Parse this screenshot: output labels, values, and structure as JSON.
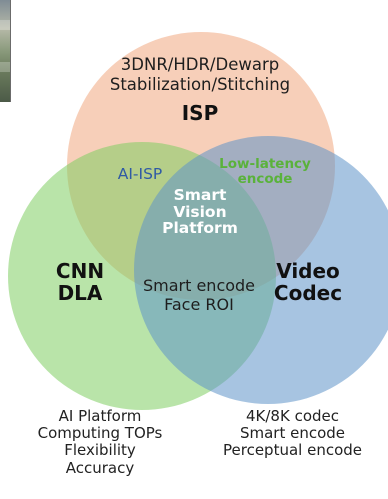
{
  "isp": {
    "desc": [
      "3DNR/HDR/Dewarp",
      "Stabilization/Stitching"
    ],
    "title": "ISP"
  },
  "cnn_dla": {
    "title": [
      "CNN",
      "DLA"
    ]
  },
  "video_codec": {
    "title": [
      "Video",
      "Codec"
    ]
  },
  "overlaps": {
    "isp_cnn": "AI-ISP",
    "isp_codec": [
      "Low-latency",
      "encode"
    ],
    "cnn_codec": [
      "Smart encode",
      "Face ROI"
    ],
    "center": [
      "Smart",
      "Vision",
      "Platform"
    ]
  },
  "captions": {
    "cnn_dla": [
      "AI Platform",
      "Computing TOPs",
      "Flexibility",
      "Accuracy"
    ],
    "video_codec": [
      "4K/8K codec",
      "Smart encode",
      "Perceptual encode"
    ]
  },
  "colors": {
    "isp_fill": "#f0a87f",
    "cnn_fill": "#7fce62",
    "codec_fill": "#5f93c8",
    "ai_isp_text": "#2f5aa5",
    "low_latency_text": "#5ab23b",
    "center_text": "#ffffff"
  }
}
